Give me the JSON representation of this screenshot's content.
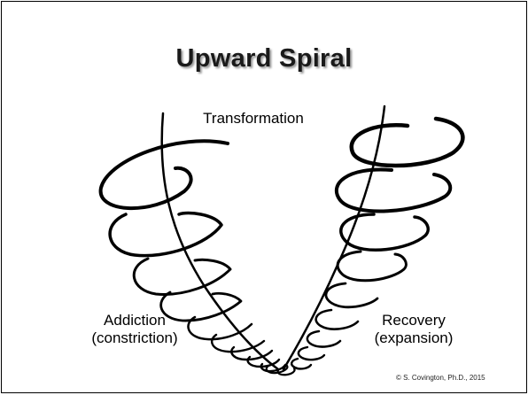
{
  "slide": {
    "title": "Upward Spiral",
    "labels": {
      "top": "Transformation",
      "left_line1": "Addiction",
      "left_line2": "(constriction)",
      "right_line1": "Recovery",
      "right_line2": "(expansion)"
    },
    "copyright": "© S. Covington, Ph.D., 2015"
  }
}
